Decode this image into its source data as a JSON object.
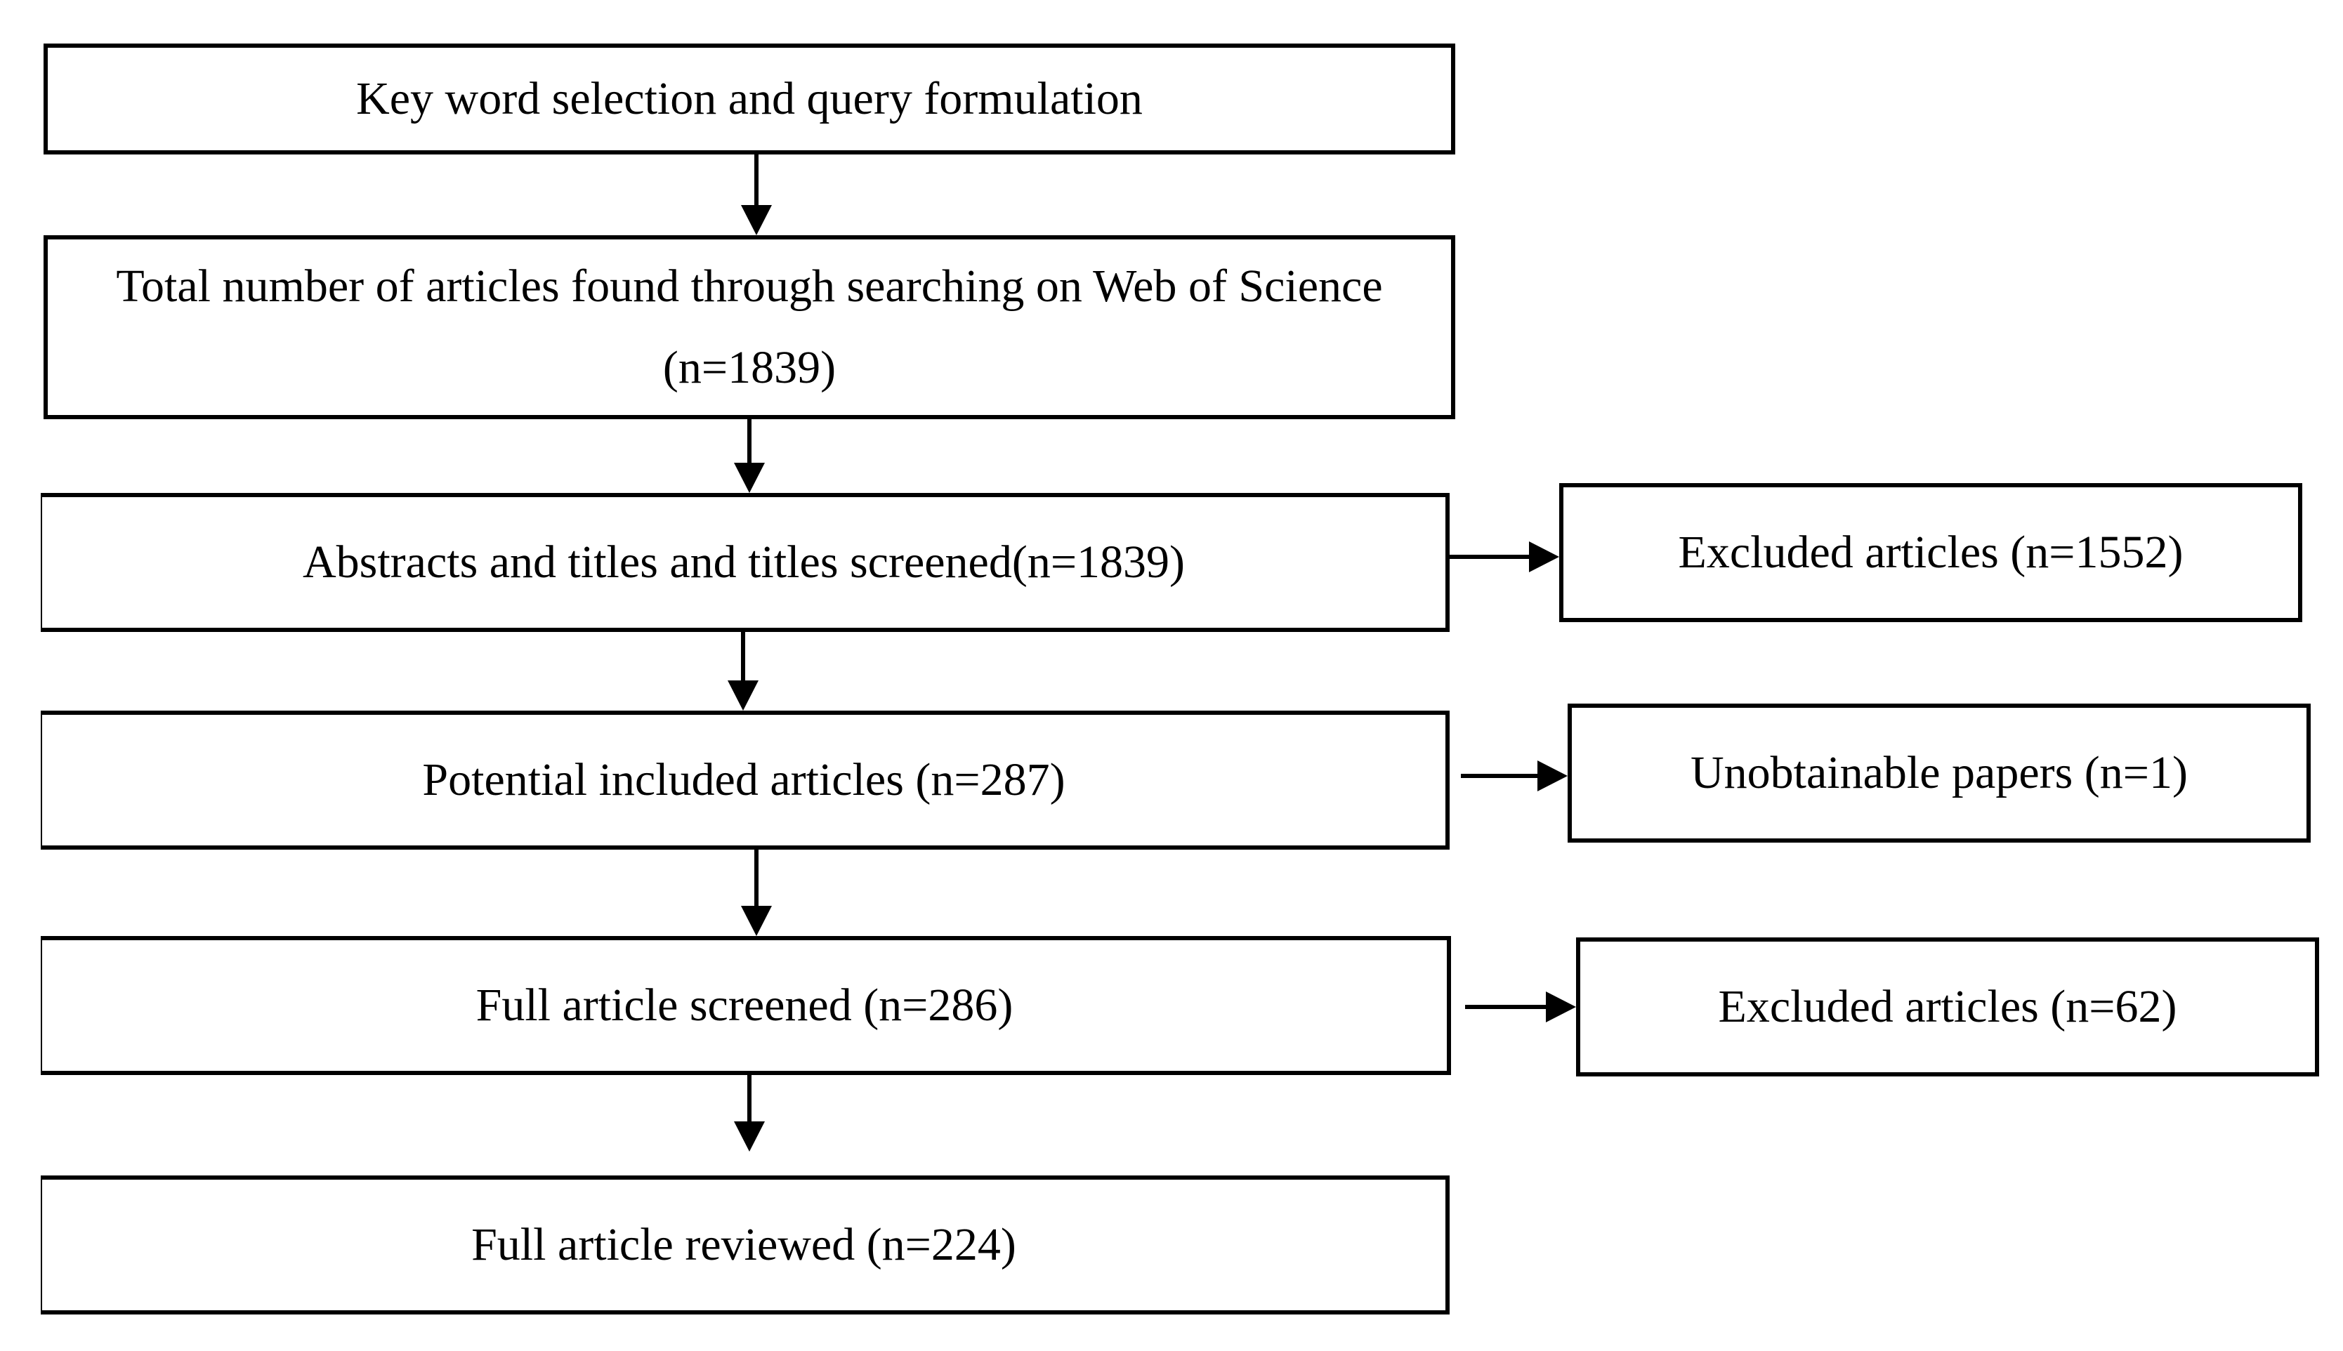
{
  "flow": {
    "step1": "Key word selection and query formulation",
    "step2": "Total number of articles found through searching on Web of Science (n=1839)",
    "step3": "Abstracts and titles and titles screened(n=1839)",
    "step4": "Potential included articles (n=287)",
    "step5": "Full article screened (n=286)",
    "step6": "Full article reviewed (n=224)"
  },
  "side": {
    "excluded_abstracts": "Excluded articles (n=1552)",
    "unobtainable": "Unobtainable papers (n=1)",
    "excluded_full": "Excluded articles (n=62)"
  }
}
